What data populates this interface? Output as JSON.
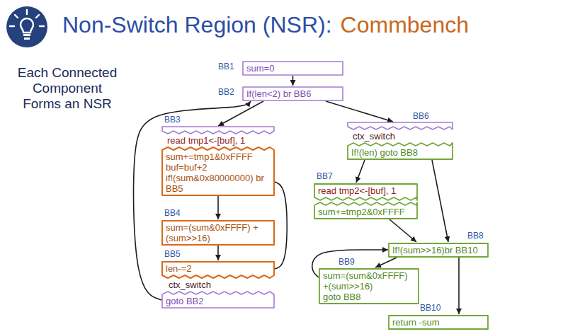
{
  "diagram": {
    "title": "Non-Switch Region (NSR):",
    "nodes": [
      {
        "text": [
          "BB1",
          "sum=0"
        ]
      },
      {
        "text": [
          "BB2",
          "If(len<2) br BB6"
        ]
      },
      {
        "text": [
          "BB3",
          "read tmp1<-[buf], 1",
          "sum+=tmp1&0xFFFF",
          "buf=buf+2",
          "if!(sum&0x80000000) br BB5"
        ]
      },
      {
        "text": [
          "BB4",
          "sum=(sum&0xFFFF) +(sum>>16)"
        ]
      },
      {
        "text": [
          "BB5",
          "len-=2",
          "ctx_switch",
          "goto BB2"
        ]
      },
      {
        "text": [
          "BB6",
          "ctx_switch",
          "If!(len) goto BB8"
        ]
      },
      {
        "text": [
          "BB7",
          "read tmp2<-[buf], 1",
          "sum+=tmp2&0xFFFF"
        ]
      },
      {
        "text": [
          "BB8",
          "If!(sum>>16)br BB10"
        ]
      },
      {
        "text": [
          "BB9",
          "sum=(sum&0xFFFF) +(sum>>16)",
          "goto BB8"
        ]
      },
      {
        "text": [
          "BB10",
          "return -sum"
        ]
      }
    ],
    "edges": [
      {
        "from": 0,
        "to": 1,
        "arrow": "to"
      },
      {
        "from": 1,
        "to": 2,
        "arrow": "to"
      },
      {
        "from": 1,
        "to": 5,
        "arrow": "to"
      },
      {
        "from": 2,
        "to": 3,
        "arrow": "to"
      },
      {
        "from": 3,
        "to": 4,
        "arrow": "to"
      },
      {
        "from": 2,
        "to": 4,
        "arrow": "none"
      },
      {
        "from": 4,
        "to": 1,
        "arrow": "to"
      },
      {
        "from": 5,
        "to": 6,
        "arrow": "to"
      },
      {
        "from": 5,
        "to": 7,
        "arrow": "to"
      },
      {
        "from": 6,
        "to": 7,
        "arrow": "to"
      },
      {
        "from": 7,
        "to": 8,
        "arrow": "to"
      },
      {
        "from": 8,
        "to": 7,
        "arrow": "to"
      },
      {
        "from": 7,
        "to": 9,
        "arrow": "to"
      }
    ],
    "labels": [
      "Commbench",
      "Each Connected Component Forms an NSR"
    ]
  }
}
